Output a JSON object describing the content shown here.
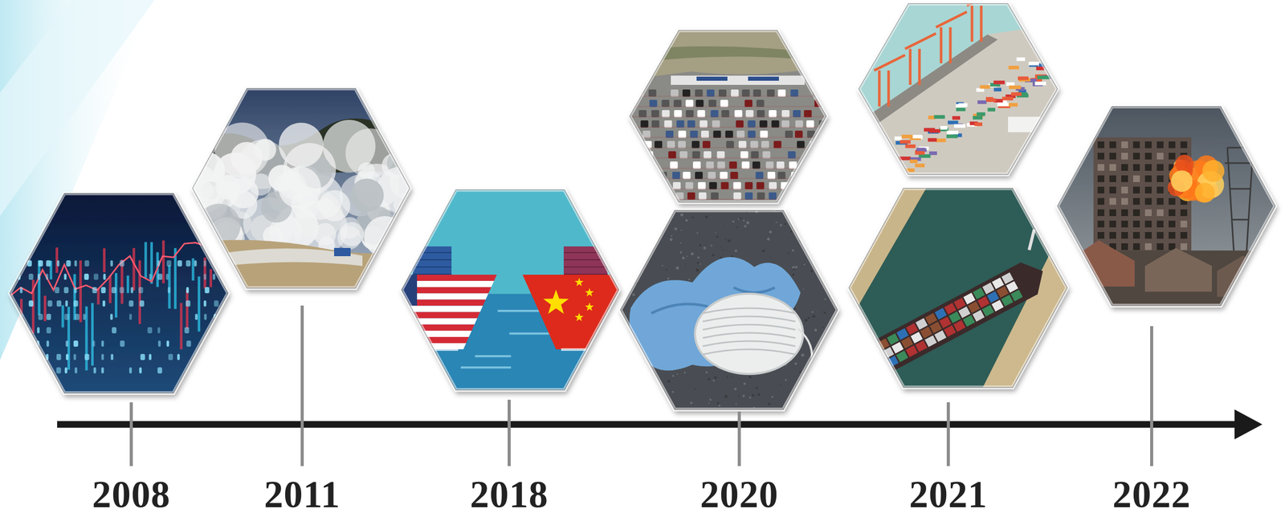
{
  "diagram": {
    "labels": [
      "2008",
      "2011",
      "2018",
      "2020",
      "2021",
      "2022"
    ]
  }
}
